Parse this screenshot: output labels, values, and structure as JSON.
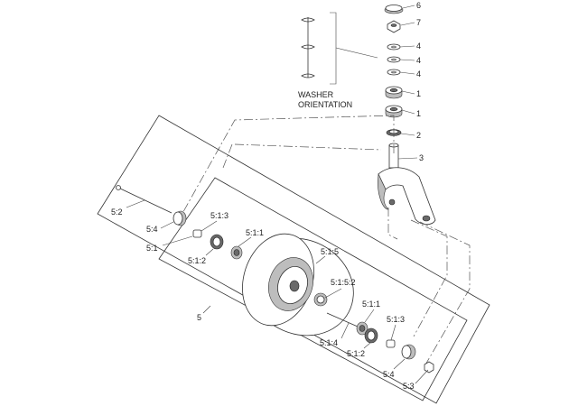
{
  "washer_orientation": {
    "line1": "WASHER",
    "line2": "ORIENTATION"
  },
  "callouts": [
    {
      "id": "6",
      "text": "6"
    },
    {
      "id": "7",
      "text": "7"
    },
    {
      "id": "4a",
      "text": "4"
    },
    {
      "id": "4b",
      "text": "4"
    },
    {
      "id": "4c",
      "text": "4"
    },
    {
      "id": "1a",
      "text": "1"
    },
    {
      "id": "1b",
      "text": "1"
    },
    {
      "id": "2",
      "text": "2"
    },
    {
      "id": "3",
      "text": "3"
    },
    {
      "id": "5-2",
      "text": "5:2"
    },
    {
      "id": "5-4a",
      "text": "5:4"
    },
    {
      "id": "5-1",
      "text": "5:1"
    },
    {
      "id": "5-1-3a",
      "text": "5:1:3"
    },
    {
      "id": "5-1-1a",
      "text": "5:1:1"
    },
    {
      "id": "5-1-2a",
      "text": "5:1:2"
    },
    {
      "id": "5-1-5",
      "text": "5:1:5"
    },
    {
      "id": "5-1-5-2",
      "text": "5:1:5:2"
    },
    {
      "id": "5",
      "text": "5"
    },
    {
      "id": "5-1-1b",
      "text": "5:1:1"
    },
    {
      "id": "5-1-3b",
      "text": "5:1:3"
    },
    {
      "id": "5-1-4",
      "text": "5:1:4"
    },
    {
      "id": "5-1-2b",
      "text": "5:1:2"
    },
    {
      "id": "5-4b",
      "text": "5:4"
    },
    {
      "id": "5-3",
      "text": "5:3"
    }
  ]
}
